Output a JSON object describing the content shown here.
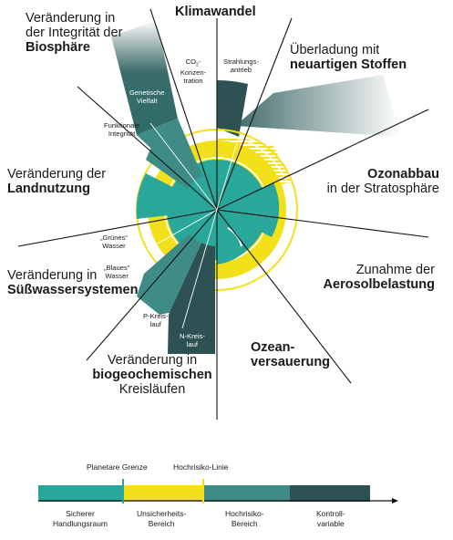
{
  "boundaries": [
    {
      "id": "climate",
      "title_bold": "Klimawandel"
    },
    {
      "id": "biosphere",
      "line1": "Veränderung in",
      "line2": "der Integrität der",
      "bold": "Biosphäre"
    },
    {
      "id": "novel",
      "line1": "Überladung mit",
      "bold": "neuartigen Stoffen"
    },
    {
      "id": "ozone",
      "bold": "Ozonabbau",
      "line2": "in der Stratosphäre"
    },
    {
      "id": "land",
      "line1": "Veränderung der",
      "bold": "Landnutzung"
    },
    {
      "id": "aerosol",
      "line1": "Zunahme der",
      "bold": "Aerosolbelastung"
    },
    {
      "id": "freshwater",
      "line1": "Veränderung in",
      "bold": "Süßwassersystemen"
    },
    {
      "id": "ocean",
      "bold1": "Ozean-",
      "bold2": "versauerung"
    },
    {
      "id": "biogeo",
      "line1": "Veränderung in",
      "bold": "biogeochemischen",
      "line3": "Kreisläufen"
    }
  ],
  "sub_labels": {
    "co2_1": "CO",
    "co2_sub": "2",
    "co2_2": "-Konzen-",
    "co2_3": "tration",
    "forcing_1": "Strahlungs-",
    "forcing_2": "antrieb",
    "genetic_1": "Genetische",
    "genetic_2": "Vielfalt",
    "functional_1": "Funktionale",
    "functional_2": "Integrität",
    "green_1": "„Grünes“",
    "green_2": "Wasser",
    "blue_1": "„Blaues“",
    "blue_2": "Wasser",
    "p_1": "P-Kreis-",
    "p_2": "lauf",
    "n_1": "N-Kreis-",
    "n_2": "lauf"
  },
  "legend": {
    "planetary_boundary": "Planetare Grenze",
    "high_risk_line": "Hochrisiko-Linie",
    "safe_1": "Sicherer",
    "safe_2": "Handlungsraum",
    "uncertain_1": "Unsicherheits-",
    "uncertain_2": "Bereich",
    "highrisk_1": "Hochrisiko-",
    "highrisk_2": "Bereich",
    "control_1": "Kontroll-",
    "control_2": "variable"
  },
  "colors": {
    "safe": "#2aa79b",
    "uncertainty": "#f2e01a",
    "high_risk": "#3f8c86",
    "control": "#2e5253",
    "line": "#111111"
  }
}
